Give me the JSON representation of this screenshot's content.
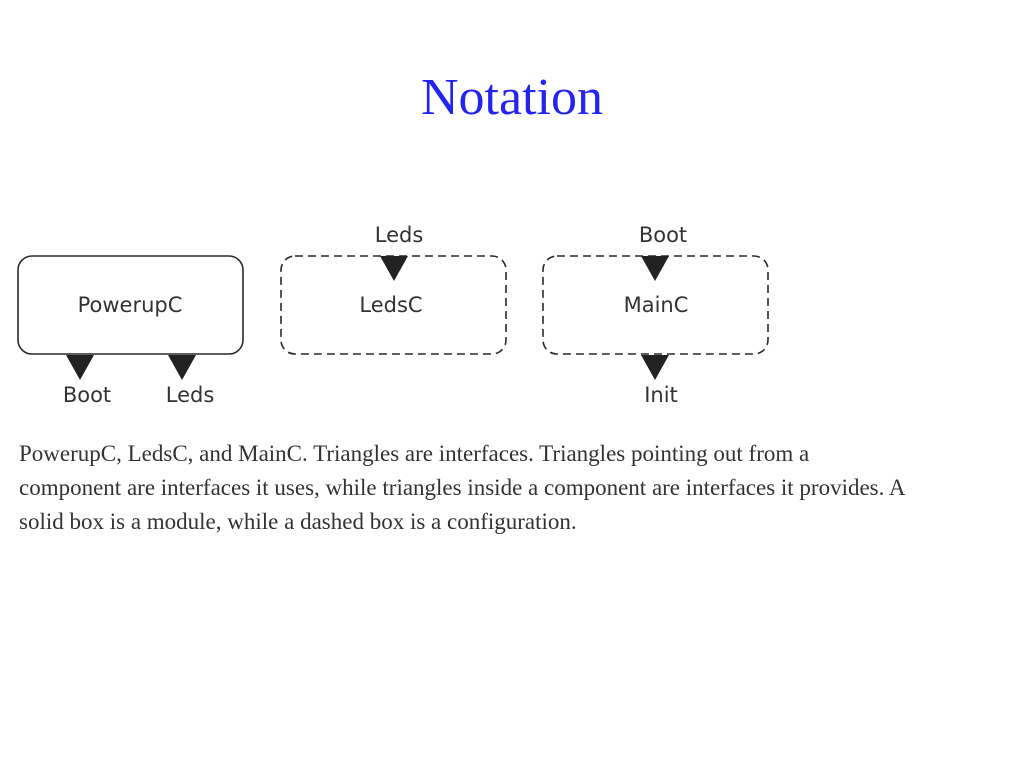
{
  "slide": {
    "title": "Notation"
  },
  "diagram": {
    "components": [
      {
        "name": "PowerupC",
        "kind": "module",
        "uses": [
          "Boot",
          "Leds"
        ],
        "provides": []
      },
      {
        "name": "LedsC",
        "kind": "configuration",
        "uses": [],
        "provides": [
          "Leds"
        ]
      },
      {
        "name": "MainC",
        "kind": "configuration",
        "uses": [
          "Init"
        ],
        "provides": [
          "Boot"
        ]
      }
    ]
  },
  "caption": {
    "mark": "|",
    "lines": [
      "PowerupC, LedsC, and MainC. Triangles are interfaces. Triangles pointing out from a",
      "component are interfaces it uses, while triangles inside a component are interfaces it provides. A",
      "solid box is a module, while a dashed box is a configuration."
    ]
  }
}
